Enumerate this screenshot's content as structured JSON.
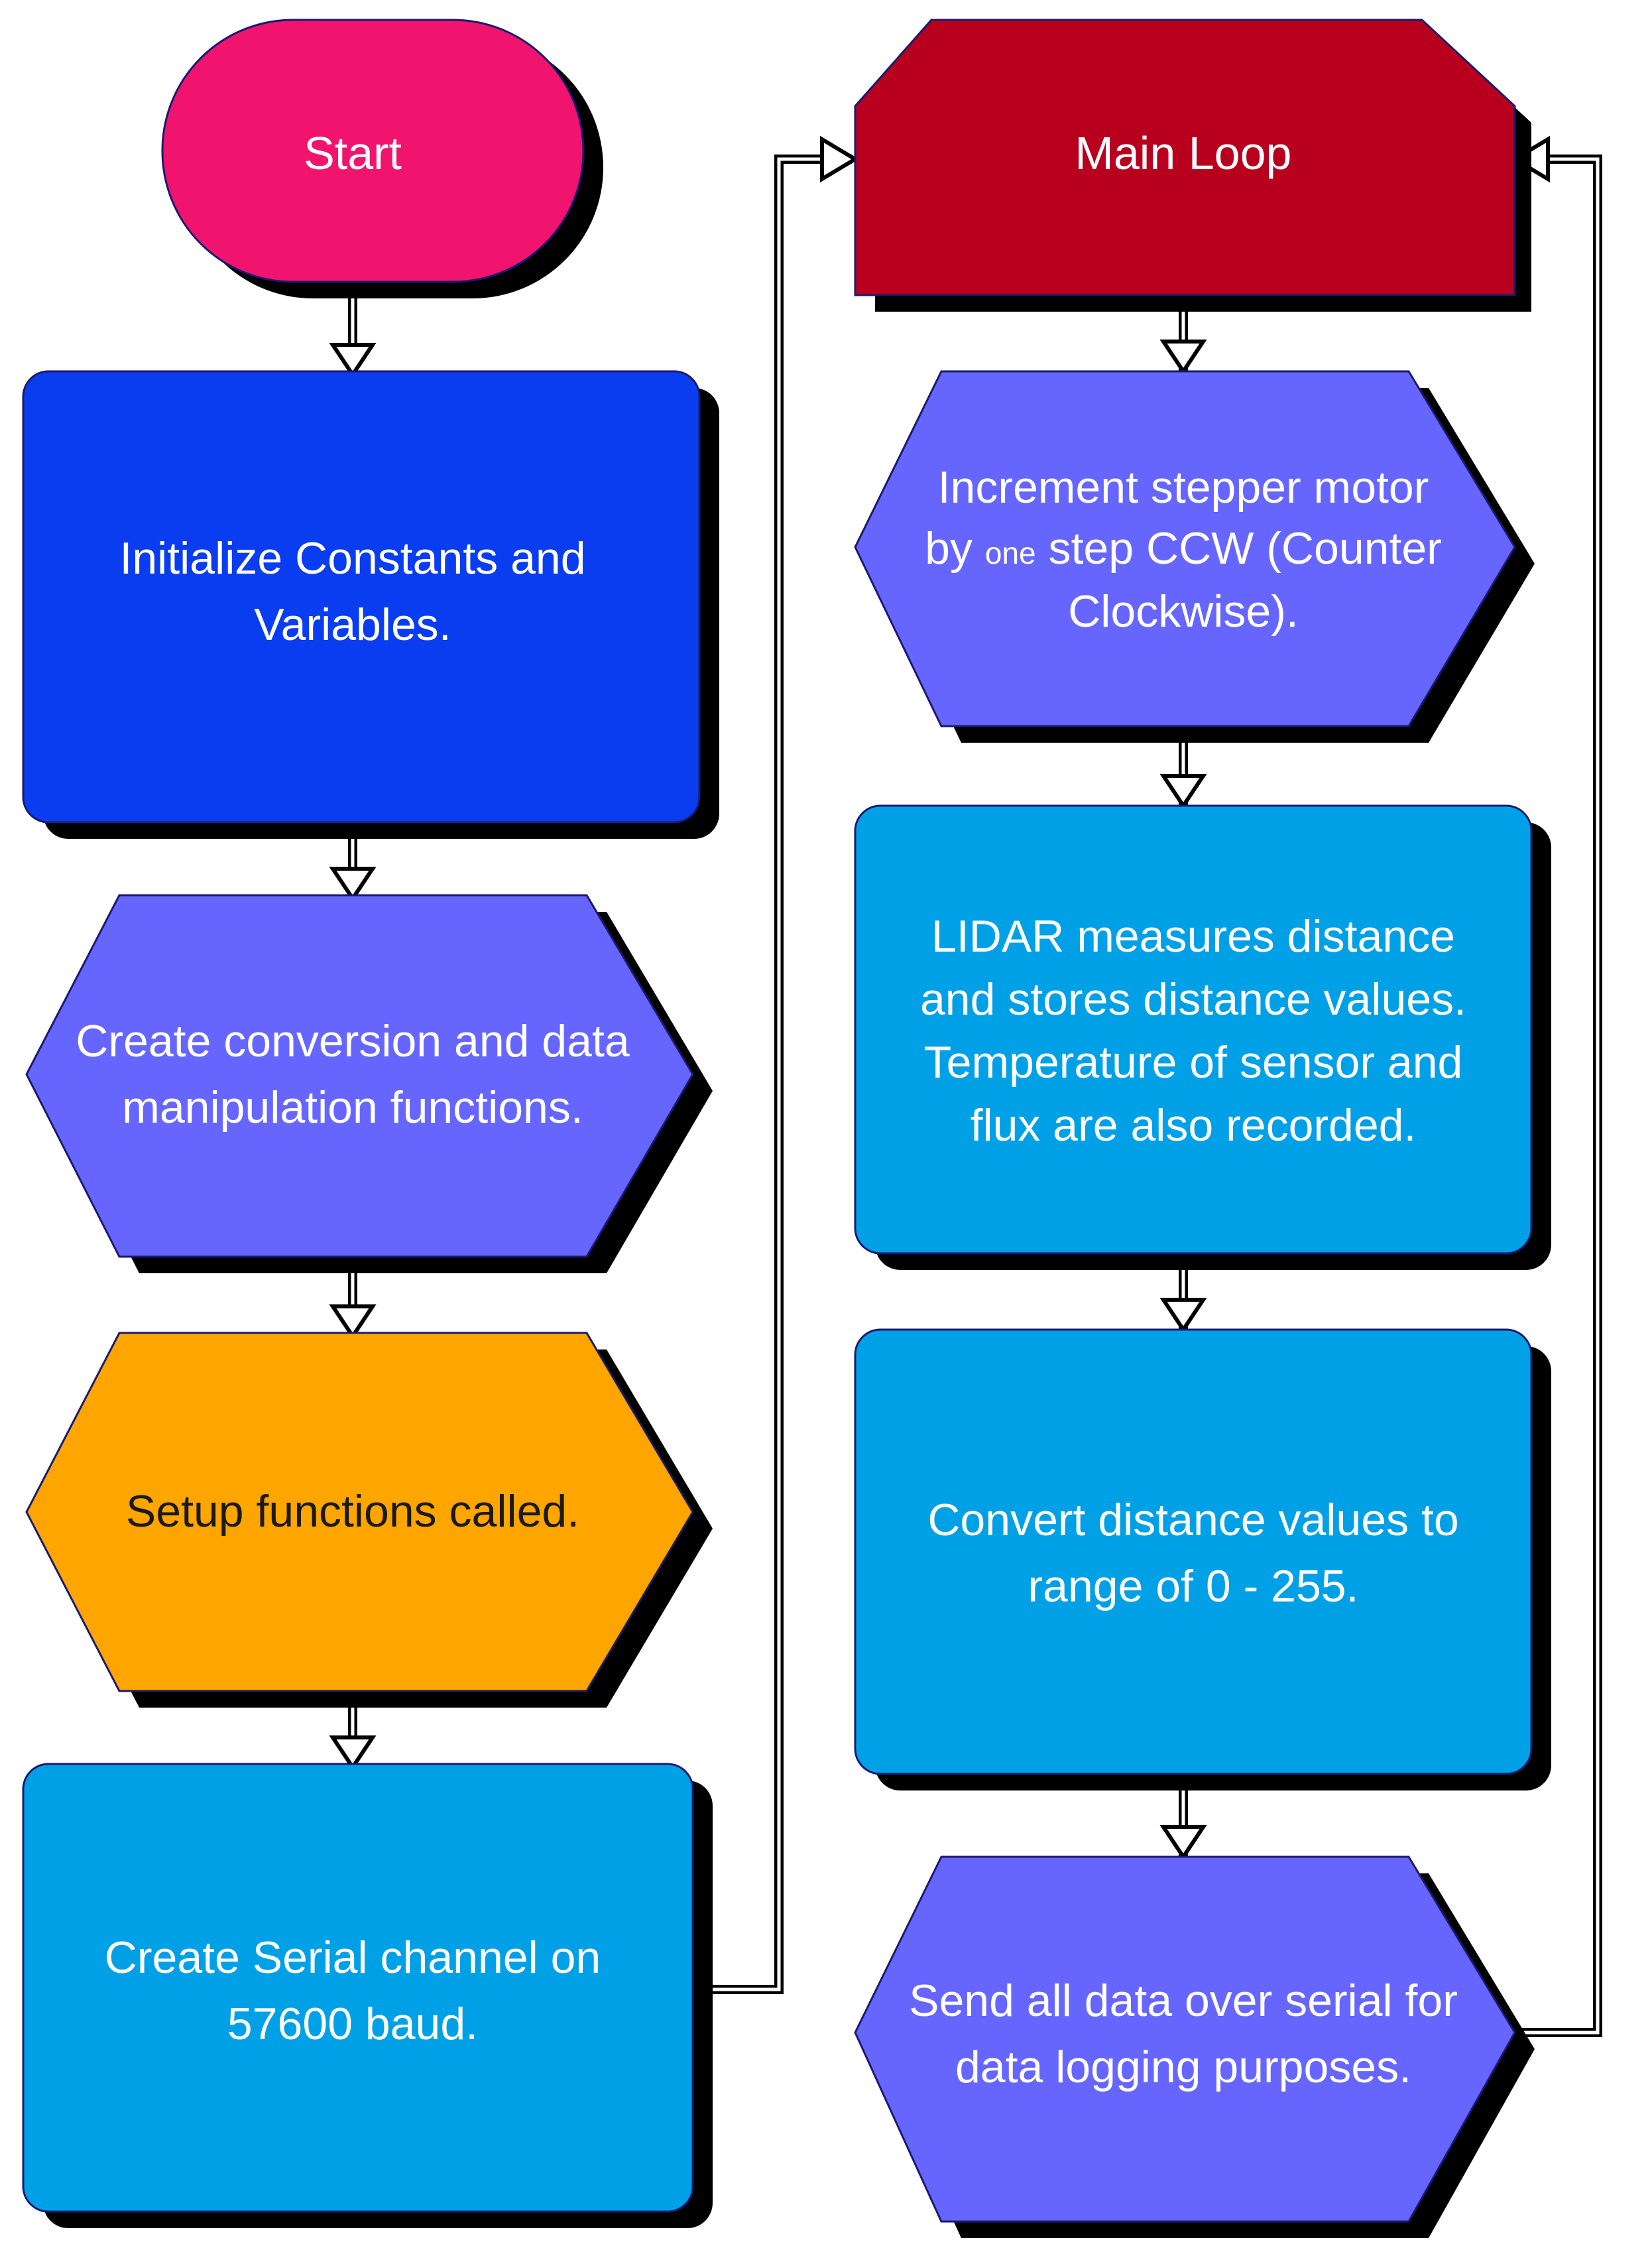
{
  "colors": {
    "start": "#F0146E",
    "init": "#0A3DF0",
    "functions": "#6666FF",
    "setup": "#FFA500",
    "serial": "#00A0E6",
    "main_loop": "#B8001E",
    "increment": "#6666FF",
    "lidar": "#00A0E6",
    "convert": "#00A0E6",
    "send": "#6666FF",
    "arrow": "#000000",
    "shadow": "#000000"
  },
  "nodes": {
    "start": {
      "label": "Start"
    },
    "init": {
      "line1": "Initialize Constants and",
      "line2": "Variables."
    },
    "functions": {
      "line1": "Create conversion and data",
      "line2": "manipulation functions."
    },
    "setup": {
      "label": "Setup functions called."
    },
    "serial": {
      "line1": "Create Serial channel on",
      "line2": "57600 baud."
    },
    "main_loop": {
      "label": "Main Loop"
    },
    "increment": {
      "line1": "Increment stepper motor",
      "line2_a": "by ",
      "line2_b": "one",
      "line2_c": " step CCW (Counter",
      "line3": "Clockwise)."
    },
    "lidar": {
      "line1": "LIDAR measures distance",
      "line2": "and stores distance values.",
      "line3": "Temperature of sensor and",
      "line4": "flux are also recorded."
    },
    "convert": {
      "line1": "Convert distance values to",
      "line2": "range of 0 - 255."
    },
    "send": {
      "line1": "Send all data over serial for",
      "line2": "data logging purposes."
    }
  }
}
